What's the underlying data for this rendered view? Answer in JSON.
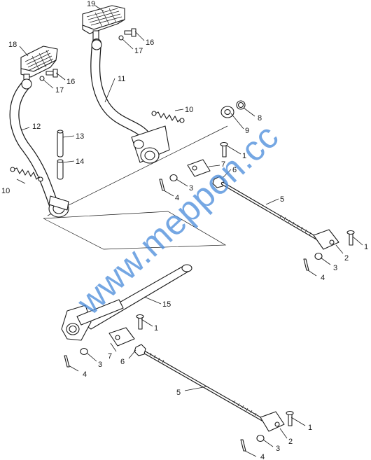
{
  "watermark": "www.meppon.cc",
  "callouts": {
    "c1a": "1",
    "c1b": "1",
    "c1c": "1",
    "c1d": "1",
    "c2a": "2",
    "c2b": "2",
    "c3a": "3",
    "c3b": "3",
    "c3c": "3",
    "c3d": "3",
    "c4a": "4",
    "c4b": "4",
    "c4c": "4",
    "c4d": "4",
    "c5a": "5",
    "c5b": "5",
    "c6a": "6",
    "c6b": "6",
    "c7a": "7",
    "c7b": "7",
    "c8": "8",
    "c9": "9",
    "c10a": "10",
    "c10b": "10",
    "c11": "11",
    "c12": "12",
    "c13": "13",
    "c14": "14",
    "c15": "15",
    "c16a": "16",
    "c16b": "16",
    "c17a": "17",
    "c17b": "17",
    "c18": "18",
    "c19": "19"
  }
}
